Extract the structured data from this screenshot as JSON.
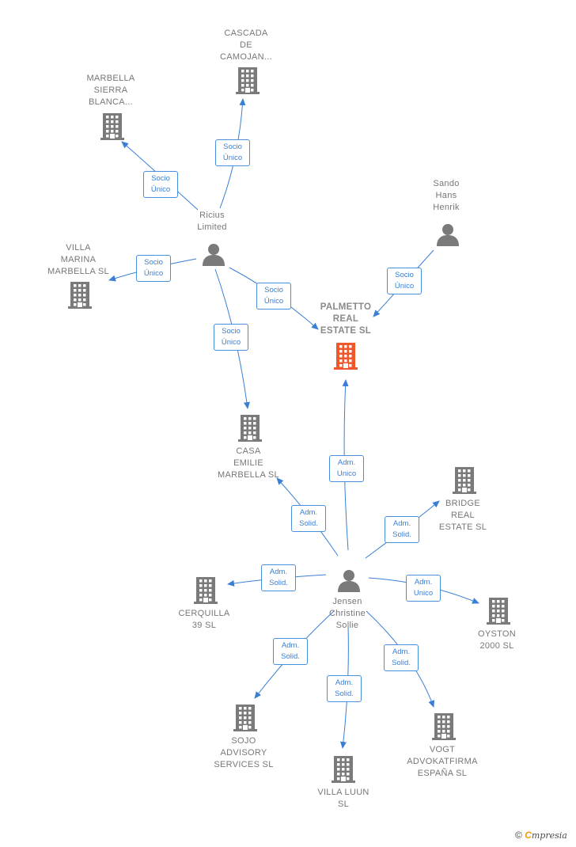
{
  "colors": {
    "accent": "#f0572a",
    "node": "#7a7a7a",
    "edge": "#3a7fd5"
  },
  "nodes": {
    "palmetto": {
      "label": "PALMETTO\nREAL\nESTATE SL",
      "type": "company",
      "highlight": true
    },
    "cascada": {
      "label": "CASCADA\nDE\nCAMOJAN...",
      "type": "company"
    },
    "marbella_sierra": {
      "label": "MARBELLA\nSIERRA\nBLANCA...",
      "type": "company"
    },
    "villa_marina": {
      "label": "VILLA\nMARINA\nMARBELLA SL",
      "type": "company"
    },
    "ricius": {
      "label": "Ricius\nLimited",
      "type": "person"
    },
    "sando": {
      "label": "Sando\nHans\nHenrik",
      "type": "person"
    },
    "casa_emilie": {
      "label": "CASA\nEMILIE\nMARBELLA SL",
      "type": "company"
    },
    "bridge": {
      "label": "BRIDGE\nREAL\nESTATE SL",
      "type": "company"
    },
    "jensen": {
      "label": "Jensen\nChristine\nSollie",
      "type": "person"
    },
    "cerquilla": {
      "label": "CERQUILLA\n39 SL",
      "type": "company"
    },
    "oyston": {
      "label": "OYSTON\n2000 SL",
      "type": "company"
    },
    "sojo": {
      "label": "SOJO\nADVISORY\nSERVICES SL",
      "type": "company"
    },
    "villa_luun": {
      "label": "VILLA LUUN\nSL",
      "type": "company"
    },
    "vogt": {
      "label": "VOGT\nADVOKATFIRMA\nESPAÑA SL",
      "type": "company"
    }
  },
  "edges": [
    {
      "from": "ricius",
      "to": "cascada",
      "label": "Socio\nÚnico"
    },
    {
      "from": "ricius",
      "to": "marbella_sierra",
      "label": "Socio\nÚnico"
    },
    {
      "from": "ricius",
      "to": "villa_marina",
      "label": "Socio\nÚnico"
    },
    {
      "from": "ricius",
      "to": "palmetto",
      "label": "Socio\nÚnico"
    },
    {
      "from": "ricius",
      "to": "casa_emilie",
      "label": "Socio\nÚnico"
    },
    {
      "from": "sando",
      "to": "palmetto",
      "label": "Socio\nÚnico"
    },
    {
      "from": "jensen",
      "to": "palmetto",
      "label": "Adm.\nUnico"
    },
    {
      "from": "jensen",
      "to": "casa_emilie",
      "label": "Adm.\nSolid."
    },
    {
      "from": "jensen",
      "to": "bridge",
      "label": "Adm.\nSolid."
    },
    {
      "from": "jensen",
      "to": "cerquilla",
      "label": "Adm.\nSolid."
    },
    {
      "from": "jensen",
      "to": "oyston",
      "label": "Adm.\nUnico"
    },
    {
      "from": "jensen",
      "to": "sojo",
      "label": "Adm.\nSolid."
    },
    {
      "from": "jensen",
      "to": "villa_luun",
      "label": "Adm.\nSolid."
    },
    {
      "from": "jensen",
      "to": "vogt",
      "label": "Adm.\nSolid."
    }
  ],
  "brand": {
    "copyright": "©",
    "e": "C",
    "rest": "mpresia"
  }
}
